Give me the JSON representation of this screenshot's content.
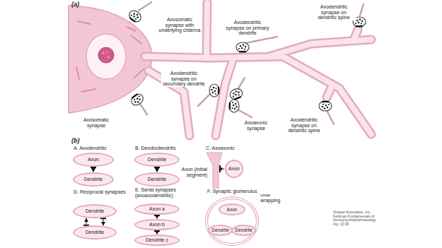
{
  "diagram": {
    "nodes": [
      {
        "text": [
          "Axon"
        ]
      },
      {
        "text": [
          "Dendrite"
        ]
      },
      {
        "text": [
          "Dendrite"
        ]
      },
      {
        "text": [
          "Dendrite"
        ]
      },
      {
        "text": [
          "Axon"
        ]
      },
      {
        "text": [
          "Dendrite"
        ]
      },
      {
        "text": [
          "Dendrite"
        ]
      },
      {
        "text": [
          "Axon a"
        ]
      },
      {
        "text": [
          "Axon b"
        ]
      },
      {
        "text": [
          "Dendrite c"
        ]
      },
      {
        "text": [
          "Glial wrapping"
        ]
      },
      {
        "text": [
          "Axon"
        ],
        "in": 10
      },
      {
        "text": [
          "Dendrite"
        ],
        "in": 10
      },
      {
        "text": [
          "Dendrite"
        ],
        "in": 10
      }
    ],
    "edges": [
      {
        "from": 0,
        "to": 1,
        "arrow": "to"
      },
      {
        "from": 2,
        "to": 3,
        "arrow": "to"
      },
      {
        "from": 5,
        "to": 6,
        "arrow": "to"
      },
      {
        "from": 6,
        "to": 5,
        "arrow": "to"
      },
      {
        "from": 7,
        "to": 8,
        "arrow": "to"
      },
      {
        "from": 8,
        "to": 9,
        "arrow": "to"
      },
      {
        "from": 11,
        "to": 12,
        "arrow": "to"
      },
      {
        "from": 11,
        "to": 13,
        "arrow": "to"
      }
    ],
    "labels": [
      "(a)",
      "Axodendritic synapse on dendritic spine",
      "Axosomatic synapse with underlying cisterna",
      "Axodendritic synapse on primary dendrite",
      "Axodendritic synapse on secondary dendrite",
      "Axosomatic synapse",
      "Axoaxonic synapse",
      "Axodendritic synapse on dendritic spine",
      "(b)",
      "A. Axodendritic",
      "B. Dendrodendritic",
      "C. Axoaxonic",
      "Axon (initial segment)",
      "D. Reciprocal synapses",
      "E. Serial synapses (axoaxodendritic)",
      "F. Synaptic glomerulus",
      "Sinauer Associates, Inc. Feldman Fundamentals of Neuropsychopharmacology Fig. 10.08"
    ]
  }
}
